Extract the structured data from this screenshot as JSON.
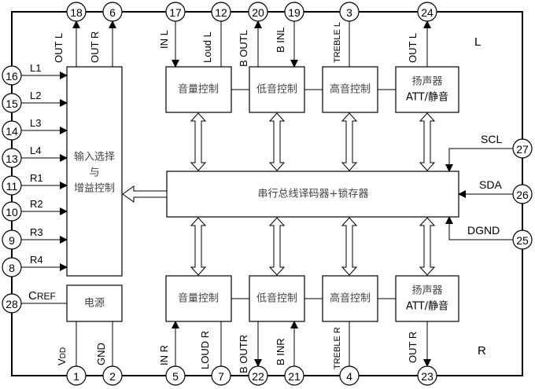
{
  "diagram": {
    "title": "TDA7439-style audio processor block diagram",
    "channel_labels": {
      "left": "L",
      "right": "R"
    },
    "blocks": {
      "input_select": {
        "line1": "输入选择",
        "line2": "与",
        "line3": "增益控制"
      },
      "power": {
        "label": "电源"
      },
      "volume_l": {
        "label": "音量控制"
      },
      "bass_l": {
        "label": "低音控制"
      },
      "treble_l": {
        "label": "高音控制"
      },
      "speaker_l": {
        "line1": "扬声器",
        "line2": "ATT/静音"
      },
      "volume_r": {
        "label": "音量控制"
      },
      "bass_r": {
        "label": "低音控制"
      },
      "treble_r": {
        "label": "高音控制"
      },
      "speaker_r": {
        "line1": "扬声器",
        "line2": "ATT/静音"
      },
      "bus_decoder": {
        "label": "串行总线译码器+锁存器"
      }
    },
    "pins_top": [
      {
        "num": "18",
        "signal": "OUT L"
      },
      {
        "num": "6",
        "signal": "OUT R"
      },
      {
        "num": "17",
        "signal": "IN L"
      },
      {
        "num": "12",
        "signal": "Loud L"
      },
      {
        "num": "20",
        "signal": "B OUTL"
      },
      {
        "num": "19",
        "signal": "B INL"
      },
      {
        "num": "3",
        "signal": "TREBLE L"
      },
      {
        "num": "24",
        "signal": "OUT L"
      }
    ],
    "pins_left": [
      {
        "num": "16",
        "signal": "L1"
      },
      {
        "num": "15",
        "signal": "L2"
      },
      {
        "num": "14",
        "signal": "L3"
      },
      {
        "num": "13",
        "signal": "L4"
      },
      {
        "num": "11",
        "signal": "R1"
      },
      {
        "num": "10",
        "signal": "R2"
      },
      {
        "num": "9",
        "signal": "R3"
      },
      {
        "num": "8",
        "signal": "R4"
      },
      {
        "num": "28",
        "signal_main": "C",
        "signal_sub": "REF"
      }
    ],
    "pins_right": [
      {
        "num": "27",
        "signal": "SCL"
      },
      {
        "num": "26",
        "signal": "SDA"
      },
      {
        "num": "25",
        "signal": "DGND"
      }
    ],
    "pins_bottom": [
      {
        "num": "1",
        "signal_main": "V",
        "signal_sub": "DD"
      },
      {
        "num": "2",
        "signal": "GND"
      },
      {
        "num": "5",
        "signal": "IN R"
      },
      {
        "num": "7",
        "signal": "LOUD R"
      },
      {
        "num": "22",
        "signal": "B OUTR"
      },
      {
        "num": "21",
        "signal": "B INR"
      },
      {
        "num": "4",
        "signal": "TREBLE R"
      },
      {
        "num": "23",
        "signal": "OUT R"
      }
    ]
  }
}
